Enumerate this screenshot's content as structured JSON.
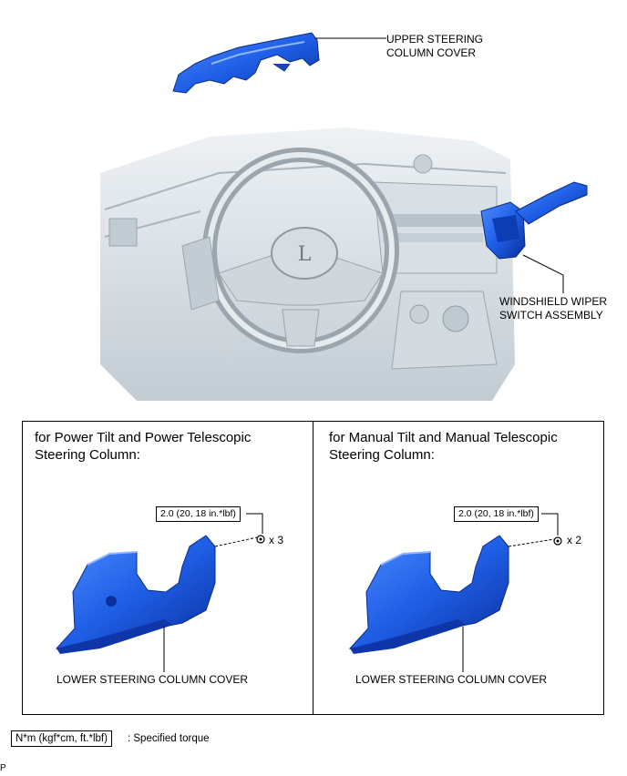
{
  "callouts": {
    "upper_cover": [
      "UPPER STEERING",
      "COLUMN COVER"
    ],
    "wiper_switch": [
      "WINDSHIELD WIPER",
      "SWITCH ASSEMBLY"
    ]
  },
  "panels": [
    {
      "heading": [
        "for Power Tilt and Power Telescopic",
        "Steering Column:"
      ],
      "torque": "2.0 (20, 18 in.*lbf)",
      "quantity": "x 3",
      "part_label": "LOWER STEERING COLUMN COVER"
    },
    {
      "heading": [
        "for Manual Tilt and Manual Telescopic",
        "Steering Column:"
      ],
      "torque": "2.0 (20, 18 in.*lbf)",
      "quantity": "x 2",
      "part_label": "LOWER STEERING COLUMN COVER"
    }
  ],
  "legend": {
    "box": "N*m (kgf*cm, ft.*lbf)",
    "text": ": Specified torque"
  },
  "footer_mark": "P",
  "colors": {
    "part_blue": "#1f5fe6",
    "part_dark": "#0b2f9e",
    "interior_gray": "#c9d3da"
  }
}
